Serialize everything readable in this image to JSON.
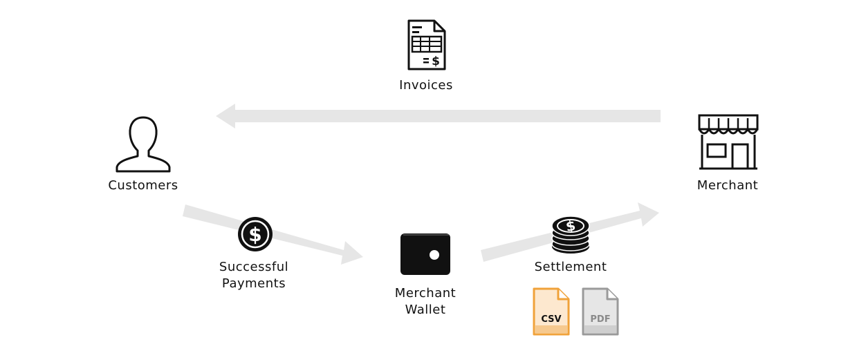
{
  "nodes": {
    "invoices": {
      "label": "Invoices",
      "icon": "invoice-icon"
    },
    "customers": {
      "label": "Customers",
      "icon": "user-silhouette-icon"
    },
    "merchant": {
      "label": "Merchant",
      "icon": "storefront-icon"
    },
    "payments": {
      "line1": "Successful",
      "line2": "Payments",
      "icon": "dollar-coin-icon"
    },
    "wallet": {
      "line1": "Merchant",
      "line2": "Wallet",
      "icon": "wallet-icon"
    },
    "settlement": {
      "label": "Settlement",
      "icon": "coin-stack-icon"
    }
  },
  "files": {
    "csv": {
      "label": "CSV",
      "color": "#f0a23a",
      "fill": "#fde8cf"
    },
    "pdf": {
      "label": "PDF",
      "color": "#9a9a9a",
      "fill": "#e6e6e6"
    }
  },
  "colors": {
    "arrow": "#e6e6e6",
    "ink": "#111111"
  }
}
